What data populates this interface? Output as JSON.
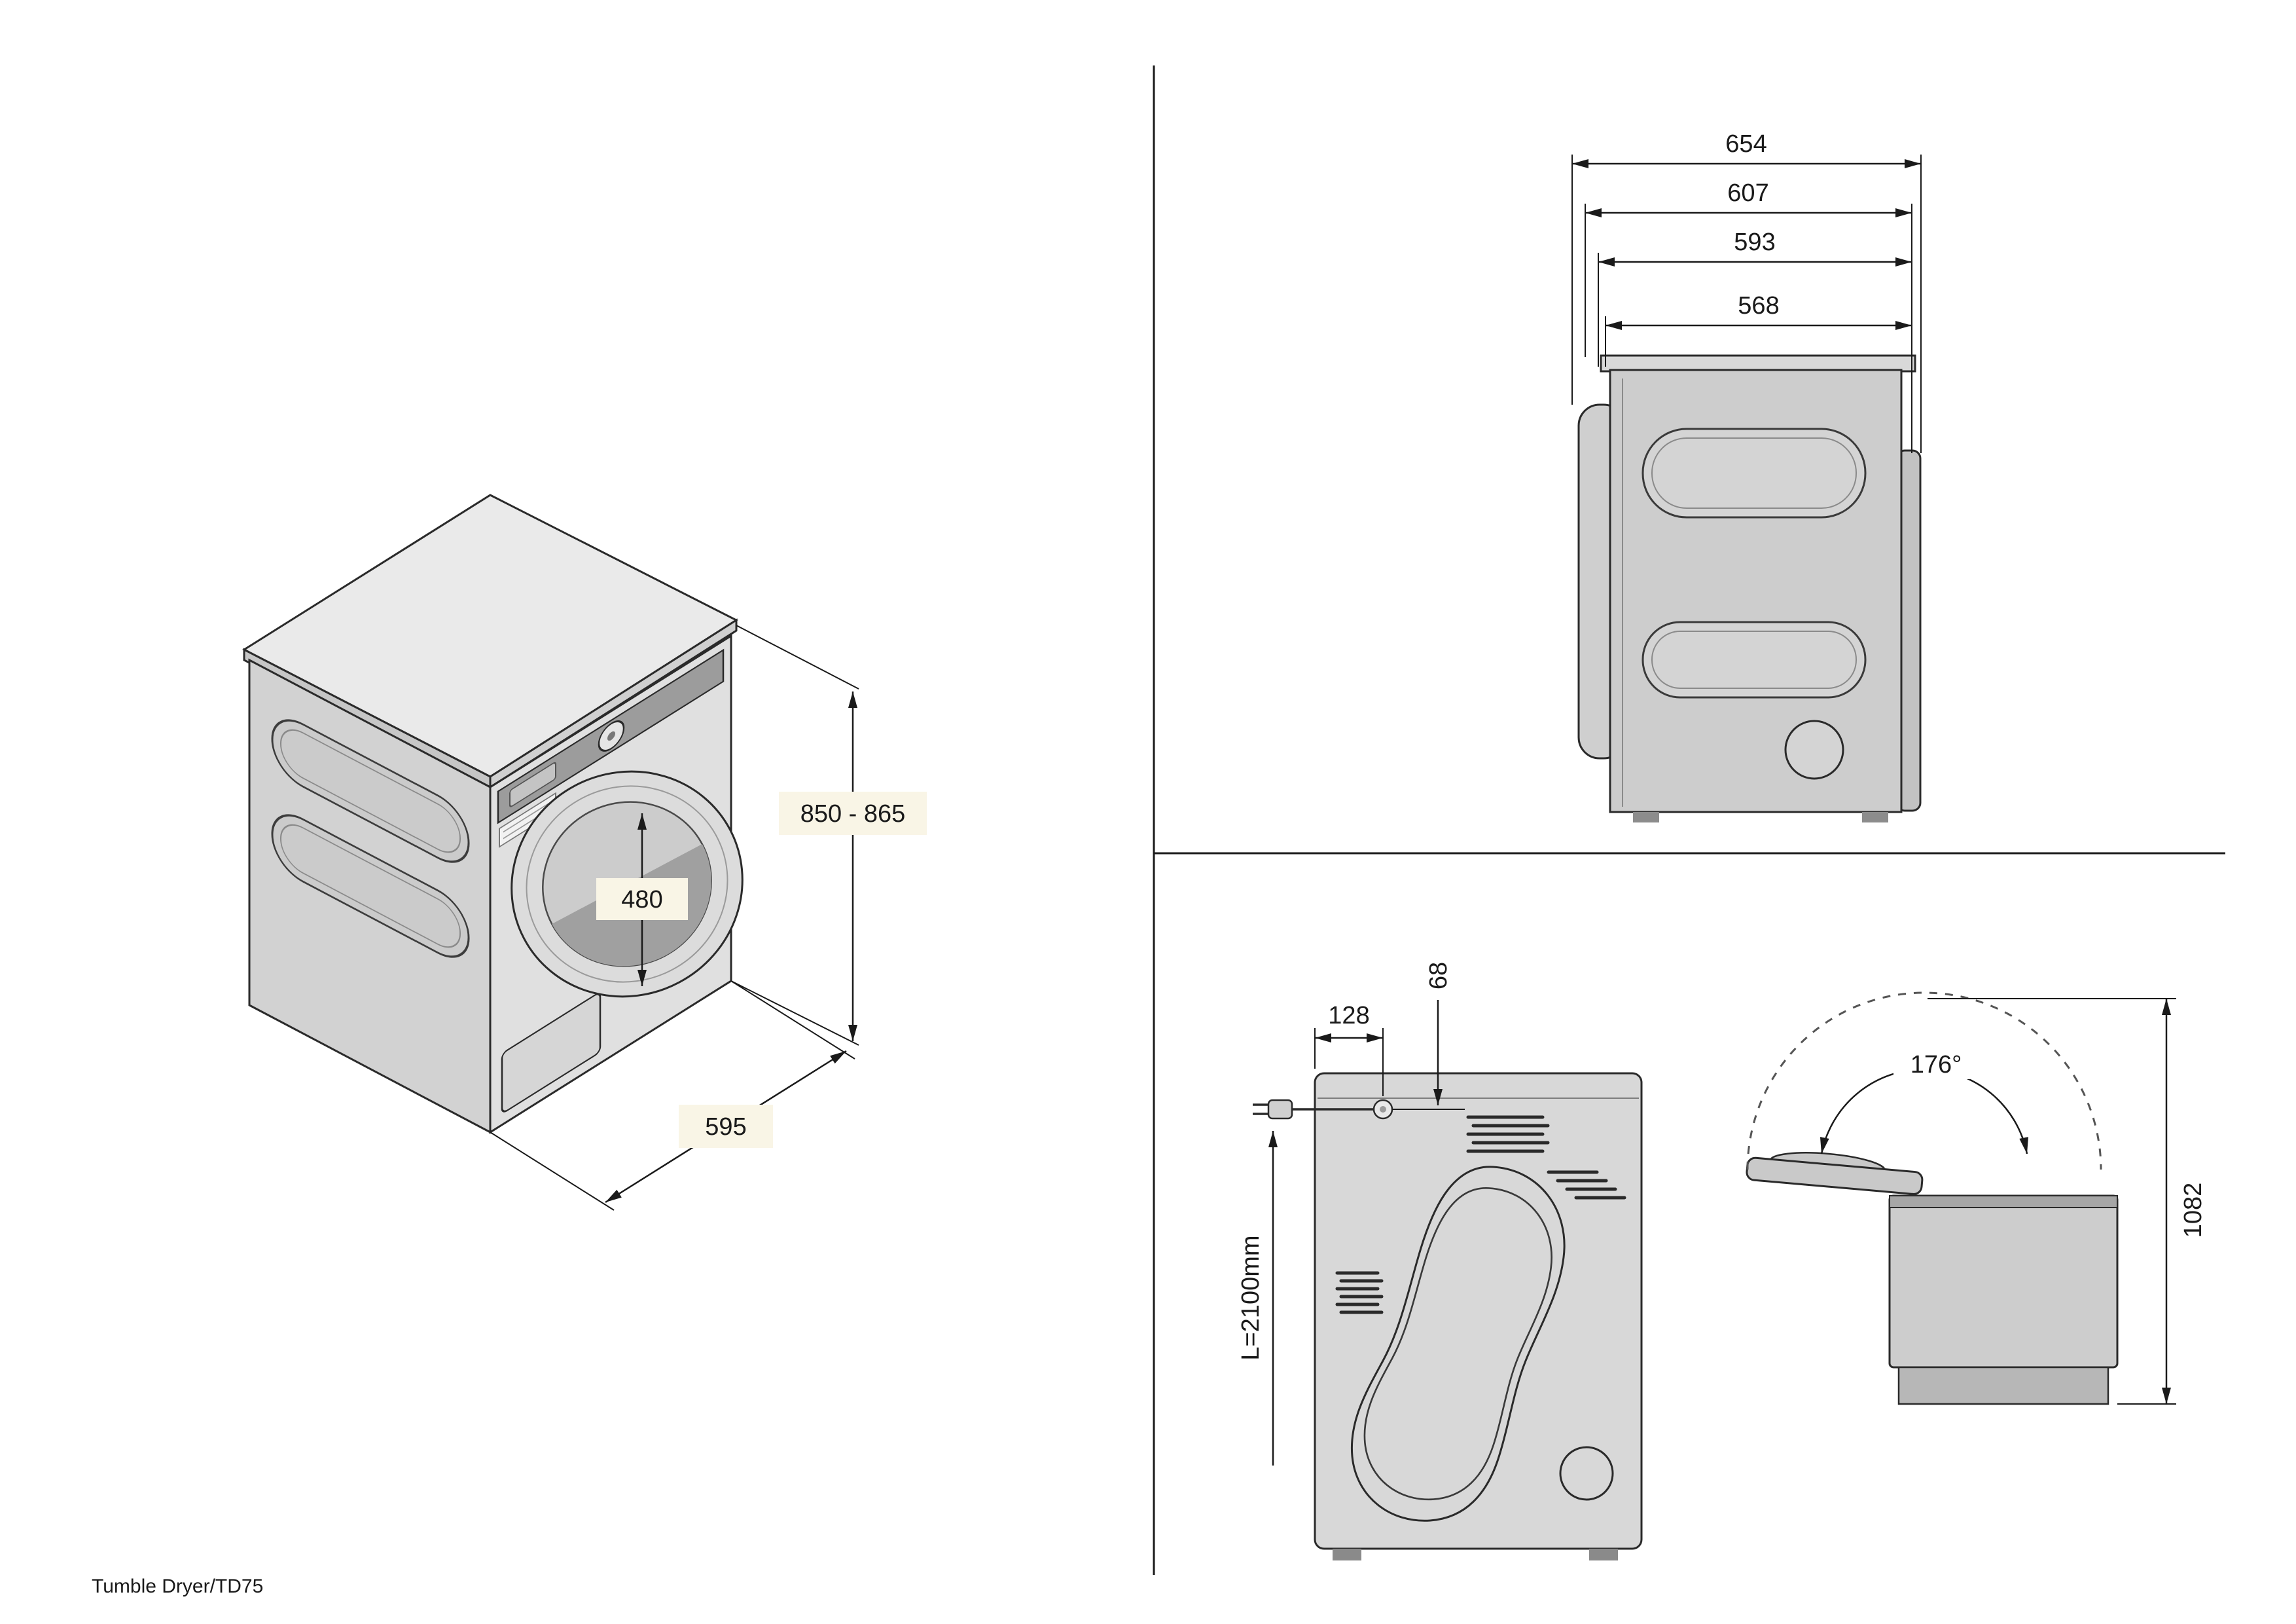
{
  "footer": {
    "label": "Tumble Dryer/TD75"
  },
  "colors": {
    "line": "#1a1a1a",
    "outline": "#2a2a2a",
    "body_light": "#eaeaea",
    "body_mid": "#d4d4d4",
    "body_dark": "#a6a6a6",
    "label_bg": "#f9f5e6"
  },
  "views": {
    "isometric": {
      "height_range": "850 - 865",
      "door_diameter": "480",
      "width": "595"
    },
    "side": {
      "depth_overall": "654",
      "depth_with_lid": "607",
      "depth_with_door": "593",
      "depth_body": "568"
    },
    "rear": {
      "cable_offset_x": "128",
      "cable_offset_y": "68",
      "cable_length": "L=2100mm"
    },
    "lid_open": {
      "opening_angle": "176°",
      "lid_open_height": "1082"
    }
  }
}
